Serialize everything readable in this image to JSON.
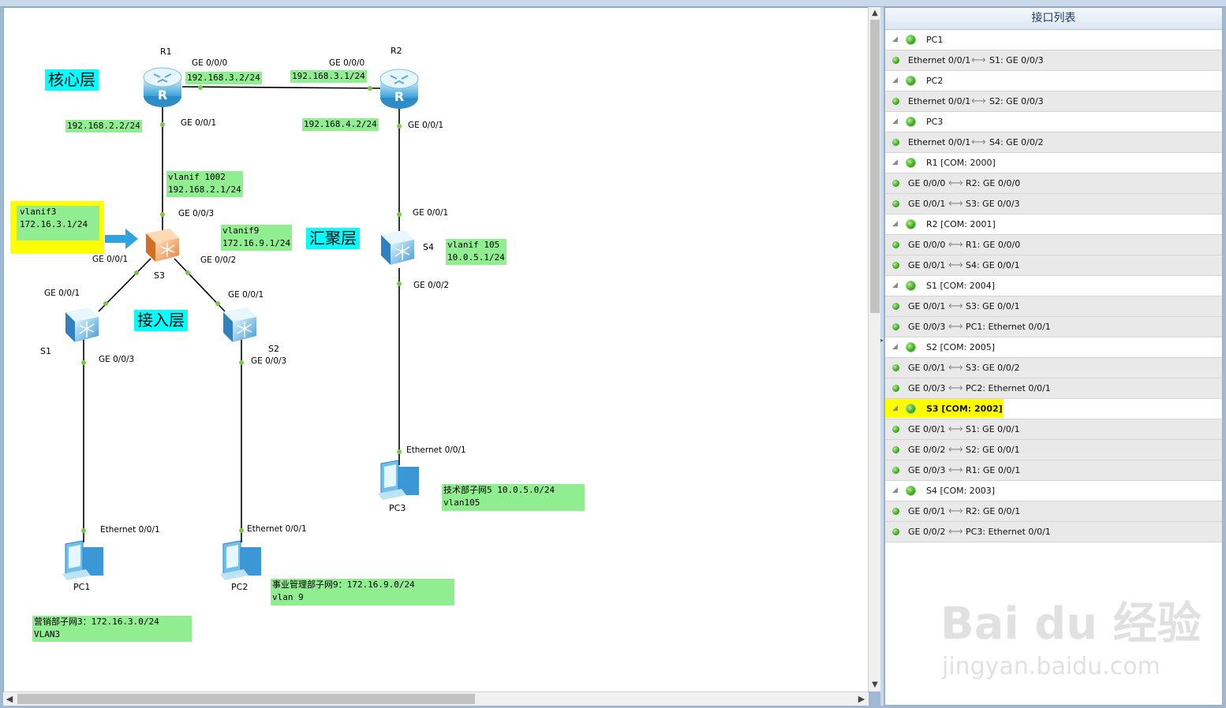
{
  "panel": {
    "title": "接口列表"
  },
  "layers": {
    "core": "核心层",
    "aggregation": "汇聚层",
    "access": "接入层"
  },
  "devices": {
    "r1": "R1",
    "r2": "R2",
    "s1": "S1",
    "s2": "S2",
    "s3": "S3",
    "s4": "S4",
    "pc1": "PC1",
    "pc2": "PC2",
    "pc3": "PC3"
  },
  "ports": {
    "r1_g000": "GE 0/0/0",
    "r2_g000": "GE 0/0/0",
    "r1_g001": "GE 0/0/1",
    "r2_g001": "GE 0/0/1",
    "s3_g003": "GE 0/0/3",
    "s3_g001": "GE 0/0/1",
    "s3_g002": "GE 0/0/2",
    "s1_g001": "GE 0/0/1",
    "s1_g003": "GE 0/0/3",
    "s2_g001": "GE 0/0/1",
    "s2_g003": "GE 0/0/3",
    "s4_g001": "GE 0/0/1",
    "s4_g002": "GE 0/0/2",
    "pc1_eth": "Ethernet 0/0/1",
    "pc2_eth": "Ethernet 0/0/1",
    "pc3_eth": "Ethernet 0/0/1"
  },
  "ip_labels": {
    "r1_g000": "192.168.3.2/24",
    "r2_g000": "192.168.3.1/24",
    "r1_g001": "192.168.2.2/24",
    "r2_g001": "192.168.4.2/24",
    "vlanif1002": "vlanif 1002\n192.168.2.1/24",
    "vlanif3": "vlanif3\n172.16.3.1/24",
    "vlanif9": "vlanif9\n172.16.9.1/24",
    "vlanif105": "vlanif 105\n10.0.5.1/24",
    "tech": "技术部子网5 10.0.5.0/24\nvlan105",
    "affairs": "事业管理部子网9：172.16.9.0/24\nvlan 9",
    "marketing": "营销部子网3：172.16.3.0/24\nVLAN3"
  },
  "interface_list": [
    {
      "type": "device",
      "label": "PC1"
    },
    {
      "type": "port",
      "local": "Ethernet 0/0/1",
      "peer": "S1: GE 0/0/3"
    },
    {
      "type": "device",
      "label": "PC2"
    },
    {
      "type": "port",
      "local": "Ethernet 0/0/1",
      "peer": "S2: GE 0/0/3"
    },
    {
      "type": "device",
      "label": "PC3"
    },
    {
      "type": "port",
      "local": "Ethernet 0/0/1",
      "peer": "S4: GE 0/0/2"
    },
    {
      "type": "device",
      "label": "R1 [COM: 2000]"
    },
    {
      "type": "port",
      "local": "GE 0/0/0",
      "peer": "R2: GE 0/0/0"
    },
    {
      "type": "port",
      "local": "GE 0/0/1",
      "peer": "S3: GE 0/0/3"
    },
    {
      "type": "device",
      "label": "R2 [COM: 2001]"
    },
    {
      "type": "port",
      "local": "GE 0/0/0",
      "peer": "R1: GE 0/0/0"
    },
    {
      "type": "port",
      "local": "GE 0/0/1",
      "peer": "S4: GE 0/0/1"
    },
    {
      "type": "device",
      "label": "S1 [COM: 2004]"
    },
    {
      "type": "port",
      "local": "GE 0/0/1",
      "peer": "S3: GE 0/0/1"
    },
    {
      "type": "port",
      "local": "GE 0/0/3",
      "peer": "PC1: Ethernet 0/0/1"
    },
    {
      "type": "device",
      "label": "S2 [COM: 2005]"
    },
    {
      "type": "port",
      "local": "GE 0/0/1",
      "peer": "S3: GE 0/0/2"
    },
    {
      "type": "port",
      "local": "GE 0/0/3",
      "peer": "PC2: Ethernet 0/0/1"
    },
    {
      "type": "device",
      "label": "S3 [COM: 2002]",
      "highlighted": true
    },
    {
      "type": "port",
      "local": "GE 0/0/1",
      "peer": "S1: GE 0/0/1"
    },
    {
      "type": "port",
      "local": "GE 0/0/2",
      "peer": "S2: GE 0/0/1"
    },
    {
      "type": "port",
      "local": "GE 0/0/3",
      "peer": "R1: GE 0/0/1"
    },
    {
      "type": "device",
      "label": "S4 [COM: 2003]"
    },
    {
      "type": "port",
      "local": "GE 0/0/1",
      "peer": "R2: GE 0/0/1"
    },
    {
      "type": "port",
      "local": "GE 0/0/2",
      "peer": "PC3: Ethernet 0/0/1"
    }
  ],
  "watermark": {
    "logo": "Bai du 经验",
    "url": "jingyan.baidu.com"
  },
  "colors": {
    "label_green": "#90ee90",
    "layer_cyan": "#00ffff",
    "highlight_yellow": "#ffff00",
    "link_dot": "#7ac943"
  }
}
